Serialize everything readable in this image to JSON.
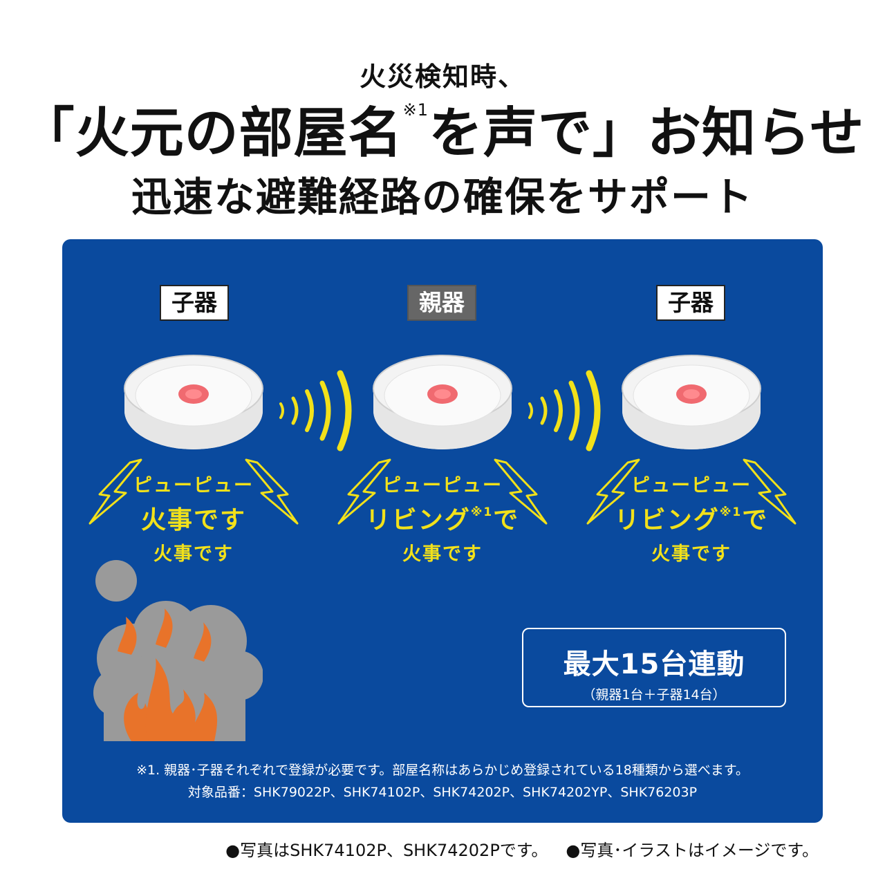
{
  "header": {
    "subtitle": "火災検知時、",
    "headline_before": "「火元の部屋名",
    "headline_note": "※1",
    "headline_after": "を声で」お知らせ",
    "tagline": "迅速な避難経路の確保をサポート"
  },
  "units": [
    {
      "label": "子器",
      "role": "child",
      "speech_line1": "ピューピュー",
      "speech_line2": "火事です",
      "speech_note": "",
      "speech_line3": "火事です"
    },
    {
      "label": "親器",
      "role": "parent",
      "speech_line1": "ピューピュー",
      "speech_line2": "リビング",
      "speech_note": "※1",
      "speech_line2b": "で",
      "speech_line3": "火事です"
    },
    {
      "label": "子器",
      "role": "child",
      "speech_line1": "ピューピュー",
      "speech_line2": "リビング",
      "speech_note": "※1",
      "speech_line2b": "で",
      "speech_line3": "火事です"
    }
  ],
  "link_box": {
    "title": "最大15台連動",
    "detail": "（親器1台＋子器14台）"
  },
  "footnote": {
    "line1": "※1. 親器･子器それぞれで登録が必要です。部屋名称はあらかじめ登録されている18種類から選べます。",
    "line2": "対象品番：SHK79022P、SHK74102P、SHK74202P、SHK74202YP、SHK76203P"
  },
  "bottom_notes": {
    "note1": "●写真はSHK74102P、SHK74202Pです。",
    "note2": "●写真･イラストはイメージです。"
  },
  "colors": {
    "panel": "#0a4a9e",
    "accent_yellow": "#f2e11a",
    "led_red": "#f0606a",
    "flame": "#e8732a",
    "smoke": "#9a9a9a"
  }
}
